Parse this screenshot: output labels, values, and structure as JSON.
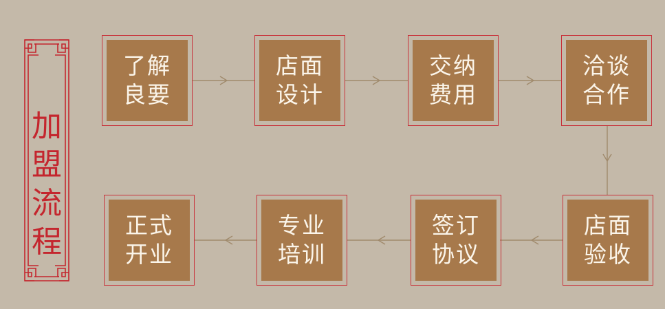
{
  "title": [
    "加",
    "盟",
    "流",
    "程"
  ],
  "colors": {
    "background": "#c4b9a9",
    "accent_red": "#c4262e",
    "step_fill": "#a7794b",
    "step_text": "#fbf5ea",
    "connector": "#a08a6c"
  },
  "steps": [
    {
      "line1": "了解",
      "line2": "良要"
    },
    {
      "line1": "店面",
      "line2": "设计"
    },
    {
      "line1": "交纳",
      "line2": "费用"
    },
    {
      "line1": "洽谈",
      "line2": "合作"
    },
    {
      "line1": "店面",
      "line2": "验收"
    },
    {
      "line1": "签订",
      "line2": "协议"
    },
    {
      "line1": "专业",
      "line2": "培训"
    },
    {
      "line1": "正式",
      "line2": "开业"
    }
  ]
}
